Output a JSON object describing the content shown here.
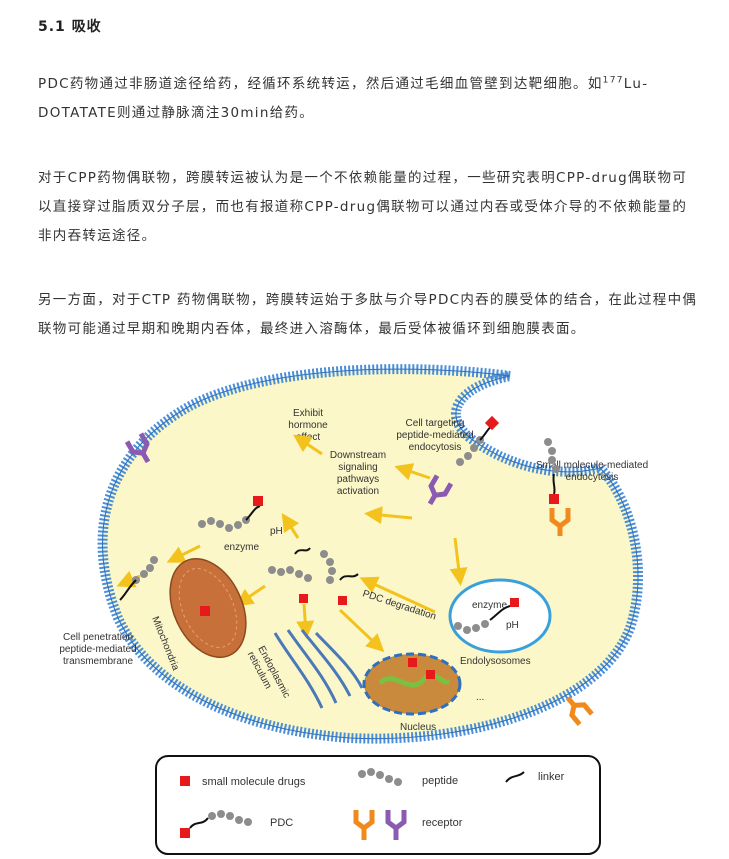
{
  "section": {
    "number": "5.1",
    "title": "吸收"
  },
  "paragraphs": {
    "p1_before": "PDC药物通过非肠道途径给药，经循环系统转运，然后通过毛细血管壁到达靶细胞。如",
    "p1_sup": "177",
    "p1_after": "Lu-DOTATATE则通过静脉滴注30min给药。",
    "p2": "对于CPP药物偶联物，跨膜转运被认为是一个不依赖能量的过程，一些研究表明CPP-drug偶联物可以直接穿过脂质双分子层，而也有报道称CPP-drug偶联物可以通过内吞或受体介导的不依赖能量的非内吞转运途径。",
    "p3": "另一方面，对于CTP 药物偶联物，跨膜转运始于多肽与介导PDC内吞的膜受体的结合，在此过程中偶联物可能通过早期和晚期内吞体，最终进入溶酶体，最后受体被循环到细胞膜表面。"
  },
  "figure": {
    "labels": {
      "exhibit_1": "Exhibit",
      "exhibit_2": "hormone",
      "exhibit_3": "effect",
      "downstream_1": "Downstream",
      "downstream_2": "signaling",
      "downstream_3": "pathways",
      "downstream_4": "activation",
      "cell_targeting_1": "Cell targeting",
      "cell_targeting_2": "peptide-mediated",
      "cell_targeting_3": "endocytosis",
      "small_molecule_1": "Small molecule-mediated",
      "small_molecule_2": "endocytosis",
      "ph_top": "pH",
      "enzyme_top": "enzyme",
      "pdc_degradation": "PDC degradation",
      "enzyme_endo": "enzyme",
      "ph_endo": "pH",
      "endolysosomes": "Endolysosomes",
      "mitochondria": "Mitochondria",
      "er_1": "Endoplasmic",
      "er_2": "reticulum",
      "nucleus": "Nucleus",
      "ellipsis": "...",
      "cpp_1": "Cell penetration",
      "cpp_2": "peptide-mediated",
      "cpp_3": "transmembrane"
    },
    "legend": {
      "small_molecule_drugs": "small molecule drugs",
      "peptide": "peptide",
      "linker": "linker",
      "pdc": "PDC",
      "receptor": "receptor"
    },
    "colors": {
      "membrane": "#4a8fd8",
      "cytoplasm": "#fbf7c9",
      "arrow": "#f3c21c",
      "drug": "#e8191b",
      "peptide": "#8d8d8d",
      "receptor_orange": "#f08a1c",
      "receptor_purple": "#8a5bb0",
      "mitochondria": "#c8703a",
      "nucleus": "#c98a3d",
      "er": "#4a78b8",
      "endosome": "#3aa0dc"
    }
  }
}
